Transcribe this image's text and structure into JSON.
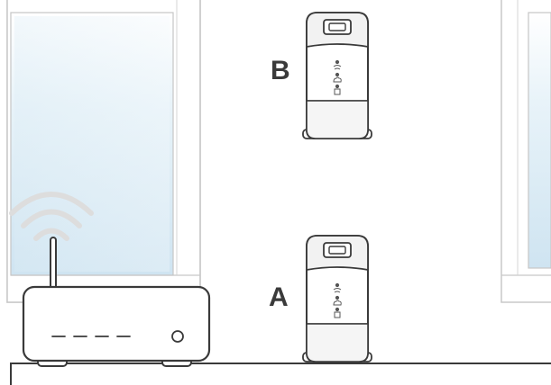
{
  "labels": {
    "position_a": "A",
    "position_b": "B"
  },
  "router": {
    "indicator_lights": 4
  },
  "icons": {
    "wifi_signal": "wifi-signal-icon",
    "power_button": "power-button-icon",
    "device_wifi": "wifi-icon",
    "device_cloud": "cloud-icon",
    "device_lock": "lock-icon"
  },
  "colors": {
    "outline": "#3a3a3a",
    "window_glass": "#dcecf5",
    "window_frame": "#ffffff",
    "wifi_waves": "#dcdcdc",
    "background": "#ffffff"
  }
}
